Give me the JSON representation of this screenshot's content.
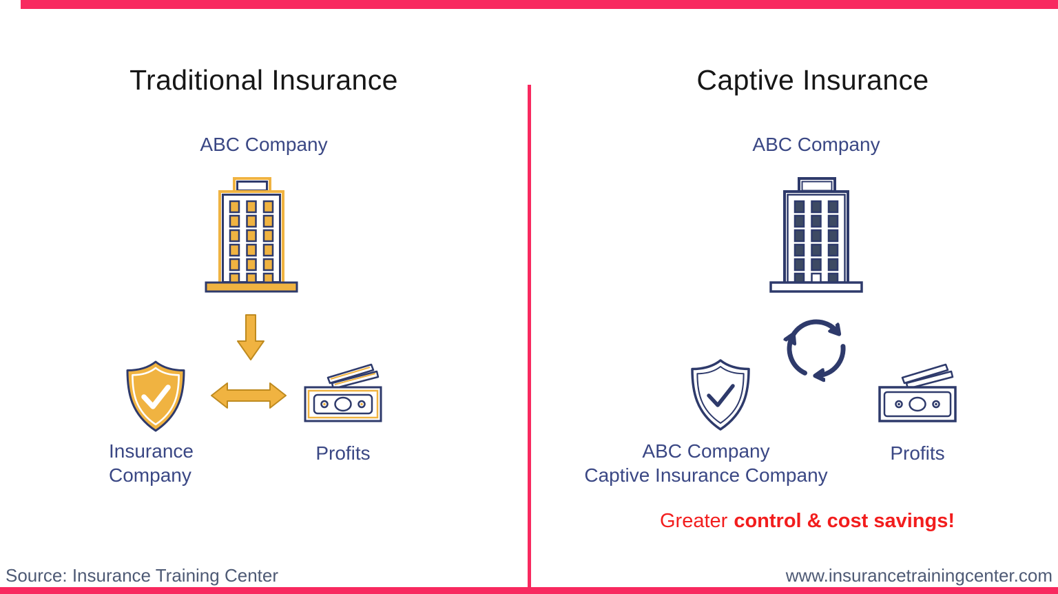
{
  "slide_type": "comparison-infographic",
  "colors": {
    "accent_pink": "#F8295F",
    "navy_icon": "#2E3A6B",
    "navy_text": "#3A4784",
    "yellow": "#F0B341",
    "yellow_outline": "#BE8A1F",
    "window_dark_fill": "#3D4A63",
    "tagline_red": "#F21D1D",
    "footer_slate": "#4E5A75",
    "title_black": "#161616"
  },
  "left_panel": {
    "title": "Traditional Insurance",
    "company_label": "ABC Company",
    "icons": [
      "office-building-icon",
      "down-arrow-icon",
      "shield-check-icon",
      "two-way-arrow-icon",
      "money-icon"
    ],
    "insurer_label_line1": "Insurance",
    "insurer_label_line2": "Company",
    "profits_label": "Profits"
  },
  "right_panel": {
    "title": "Captive Insurance",
    "company_label": "ABC Company",
    "icons": [
      "office-building-icon",
      "cycle-arrows-icon",
      "shield-check-icon",
      "money-icon"
    ],
    "captive_label_line1": "ABC Company",
    "captive_label_line2": "Captive Insurance Company",
    "profits_label": "Profits",
    "tagline_regular": "Greater",
    "tagline_bold": "control & cost savings!"
  },
  "footer": {
    "source": "Source: Insurance Training Center",
    "website": "www.insurancetrainingcenter.com"
  }
}
